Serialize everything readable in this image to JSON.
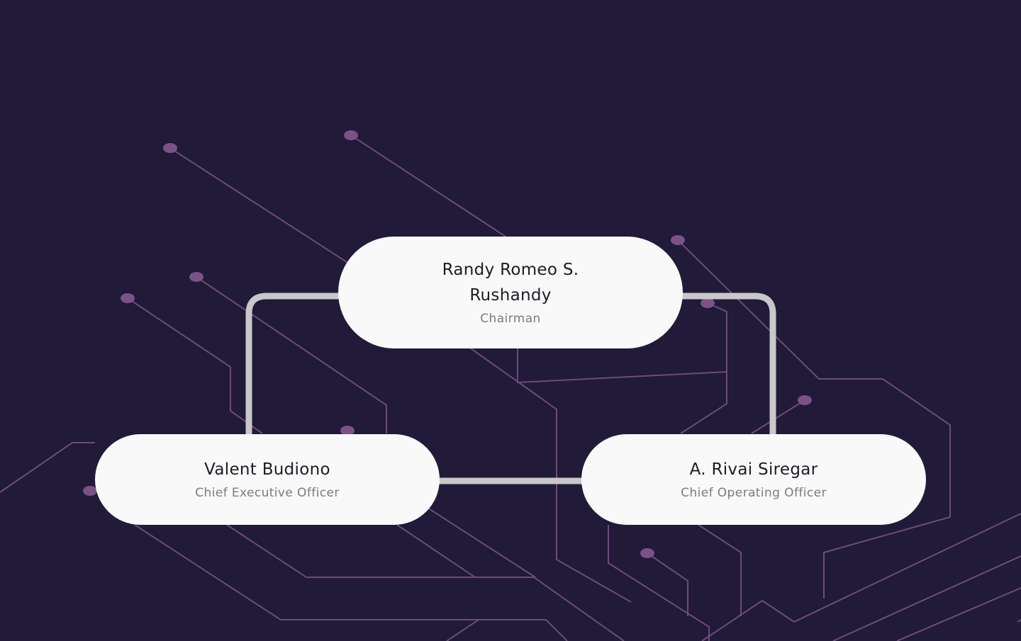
{
  "colors": {
    "background": "#211a38",
    "circuit": "#6e4a7e",
    "circuit_dot": "#7b5288",
    "connector": "#c8c8c8",
    "node_fill": "#f9f9fa",
    "name_text": "#1c1c24",
    "role_text": "#7a7a80"
  },
  "org": {
    "chairman": {
      "name": "Randy Romeo S. Rushandy",
      "role": "Chairman"
    },
    "ceo": {
      "name": "Valent Budiono",
      "role": "Chief Executive Officer"
    },
    "coo": {
      "name": "A. Rivai Siregar",
      "role": "Chief Operating Officer"
    }
  }
}
